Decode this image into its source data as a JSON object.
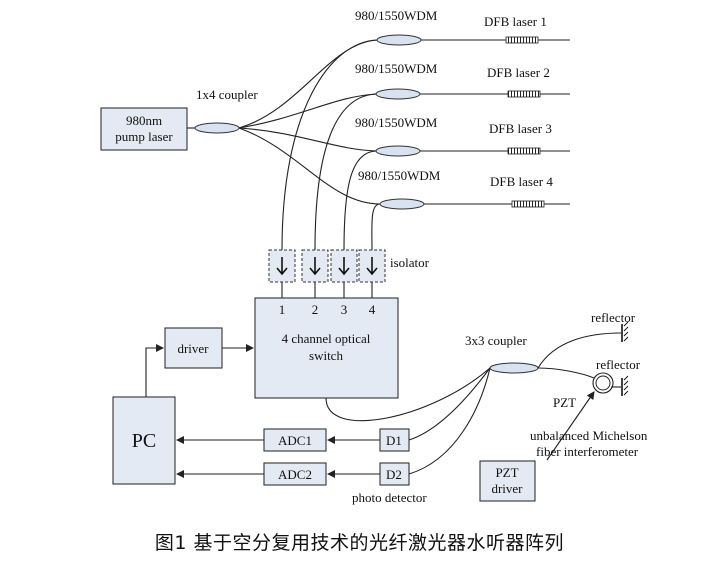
{
  "pump": {
    "line1": "980nm",
    "line2": "pump laser"
  },
  "coupler_1x4": "1x4 coupler",
  "wdm": [
    "980/1550WDM",
    "980/1550WDM",
    "980/1550WDM",
    "980/1550WDM"
  ],
  "dfb": [
    "DFB laser 1",
    "DFB laser 2",
    "DFB laser 3",
    "DFB laser 4"
  ],
  "isolator_label": "isolator",
  "ports": [
    "1",
    "2",
    "3",
    "4"
  ],
  "switch": {
    "line1": "4 channel optical",
    "line2": "switch"
  },
  "driver": "driver",
  "pc": "PC",
  "adc": [
    "ADC1",
    "ADC2"
  ],
  "detectors": [
    "D1",
    "D2"
  ],
  "photo_detector": "photo detector",
  "coupler_3x3": "3x3 coupler",
  "reflector": [
    "reflector",
    "reflector"
  ],
  "pzt": "PZT",
  "michelson": {
    "line1": "unbalanced Michelson",
    "line2": "fiber interferometer"
  },
  "pzt_driver": {
    "line1": "PZT",
    "line2": "driver"
  },
  "caption": "图1 基于空分复用技术的光纤激光器水听器阵列",
  "icons": [
    "arrow-down-icon",
    "fiber-coil-icon",
    "mirror-icon",
    "fbg-grating-icon"
  ]
}
